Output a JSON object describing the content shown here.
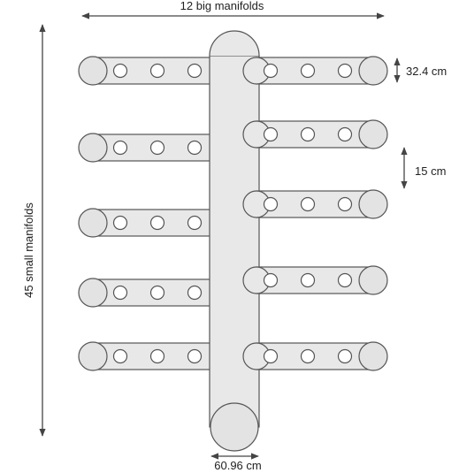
{
  "labels": {
    "big_manifolds": "12 big manifolds",
    "small_manifolds": "45 small manifolds",
    "small_spacing": "32.4 cm",
    "branch_spacing": "15 cm",
    "main_diameter": "60.96 cm"
  },
  "colors": {
    "pipe_fill": "#e8e8e8",
    "pipe_stroke": "#555555",
    "dimension_line": "#444444"
  }
}
